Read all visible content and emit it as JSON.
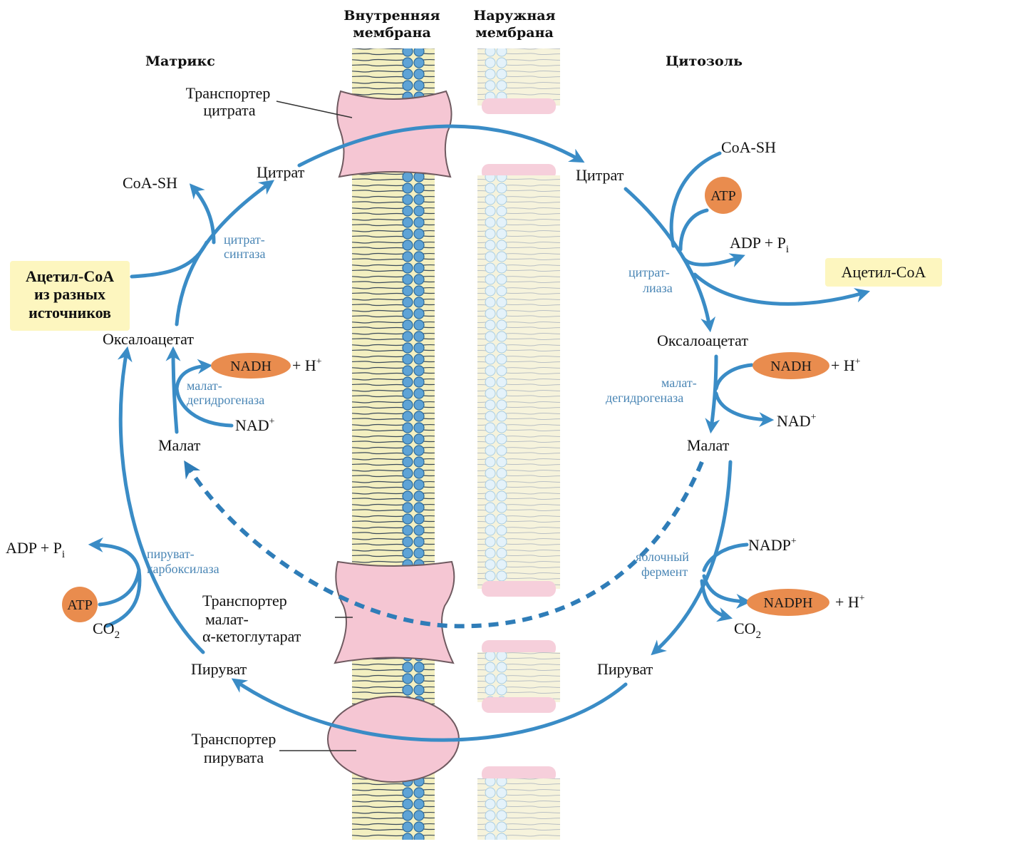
{
  "headers": {
    "matrix": "Матрикс",
    "cytosol": "Цитозоль",
    "inner_membrane": [
      "Внутренняя",
      "мембрана"
    ],
    "outer_membrane": [
      "Наружная",
      "мембрана"
    ]
  },
  "transporters": {
    "citrate": [
      "Транспортер",
      "цитрата"
    ],
    "malate_akg": [
      "Транспортер",
      "малат-",
      "α-кетоглутарат"
    ],
    "pyruvate": [
      "Транспортер",
      "пирувата"
    ]
  },
  "matrix": {
    "citrate": "Цитрат",
    "coa_sh": "CoA-SH",
    "citrate_synthase": [
      "цитрат-",
      "синтаза"
    ],
    "acetyl_coa": [
      "Ацетил-CoA",
      "из разных",
      "источников"
    ],
    "oxaloacetate": "Оксалоацетат",
    "nadh": "NADH",
    "h_plus": "+ H",
    "h_plus_sup": "+",
    "malate_dh": [
      "малат-",
      "дегидрогеназа"
    ],
    "nad": "NAD",
    "nad_sup": "+",
    "malate": "Малат",
    "adp_pi": "ADP + P",
    "adp_pi_sub": "i",
    "pyruvate_carboxylase": [
      "пируват-",
      "карбоксилаза"
    ],
    "atp": "ATP",
    "co2": "CO",
    "co2_sub": "2",
    "pyruvate": "Пируват"
  },
  "cytosol": {
    "citrate": "Цитрат",
    "coa_sh": "CoA-SH",
    "atp": "ATP",
    "adp_pi": "ADP + P",
    "adp_pi_sub": "i",
    "citrate_lyase": [
      "цитрат-",
      "лиаза"
    ],
    "acetyl_coa": "Ацетил-CoA",
    "oxaloacetate": "Оксалоацетат",
    "nadh": "NADH",
    "h_plus": "+ H",
    "h_plus_sup": "+",
    "malate_dh": [
      "малат-",
      "дегидрогеназа"
    ],
    "nad": "NAD",
    "nad_sup": "+",
    "malate": "Малат",
    "nadp": "NADP",
    "nadp_sup": "+",
    "malic_enzyme": [
      "яблочный",
      "фермент"
    ],
    "nadph": "NADPH",
    "nadph_h": "+ H",
    "nadph_h_sup": "+",
    "co2": "CO",
    "co2_sub": "2",
    "pyruvate": "Пируват"
  },
  "colors": {
    "arrow": "#3a8cc6",
    "enzyme_text": "#4a86b5",
    "cofactor_pill": "#e98c4e",
    "highlight": "#fdf6bf",
    "transporter": "#f5c6d3",
    "inner_head": "#5ea3d6",
    "outer_head": "#d9ecf6",
    "tail": "#f3efc0"
  }
}
